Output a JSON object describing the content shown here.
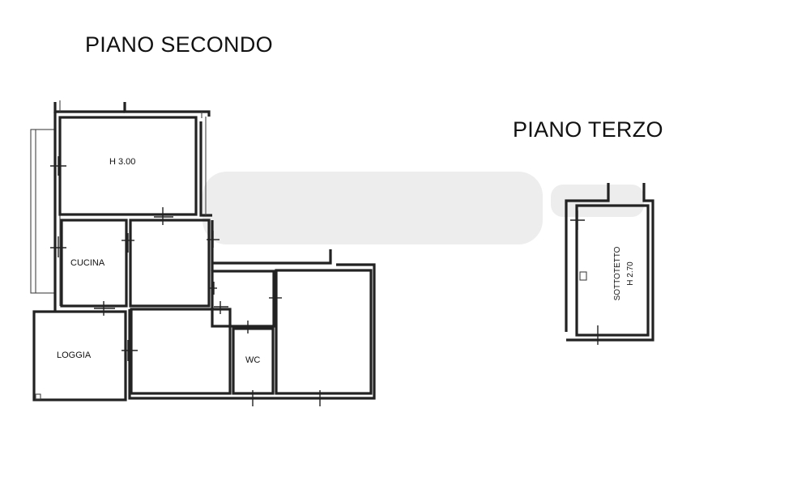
{
  "titles": {
    "second_floor": "PIANO SECONDO",
    "third_floor": "PIANO TERZO"
  },
  "rooms": {
    "main_room_height": "H 3.00",
    "kitchen": "CUCINA",
    "loggia": "LOGGIA",
    "wc": "WC",
    "attic": "SOTTOTETTO",
    "attic_height": "H 2.70"
  }
}
